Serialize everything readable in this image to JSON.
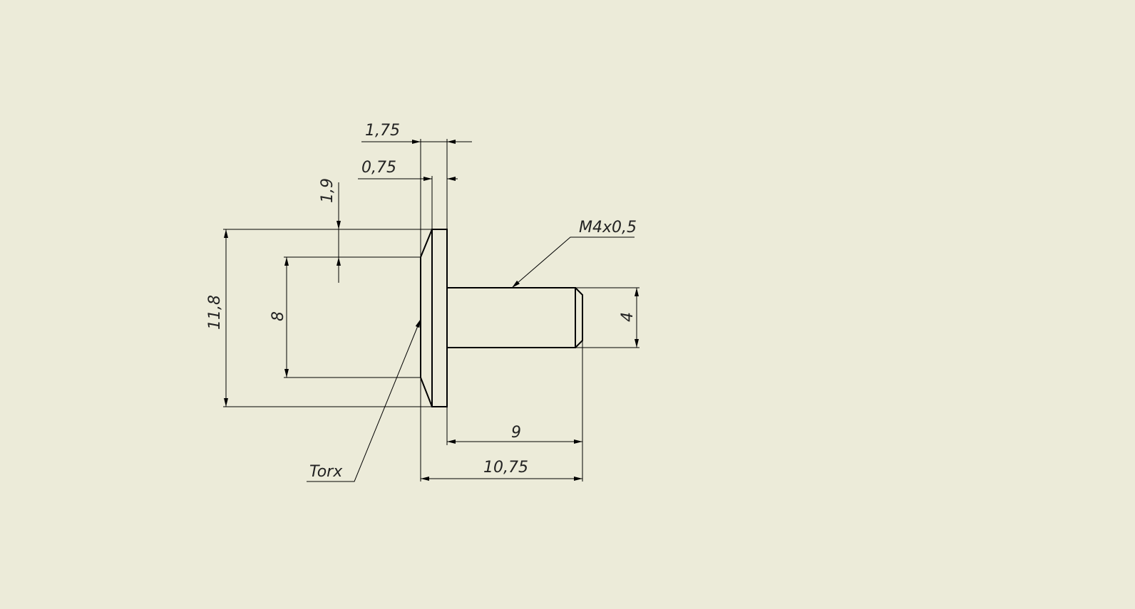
{
  "drawing": {
    "background_color": "#ecebd9",
    "line_color": "#000000",
    "dimensions": {
      "head_thickness": "1,75",
      "flange_thickness": "0,75",
      "chamfer_depth": "1,9",
      "head_diameter": "11,8",
      "recess_diameter": "8",
      "shank_diameter": "4",
      "shank_length": "9",
      "overall_length": "10,75"
    },
    "annotations": {
      "thread": "M4x0,5",
      "drive": "Torx"
    }
  }
}
